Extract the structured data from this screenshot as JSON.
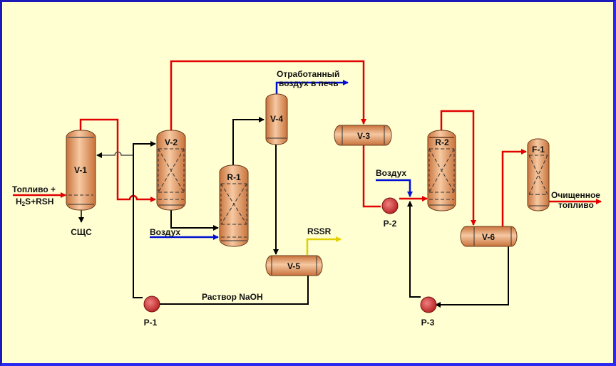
{
  "diagram": {
    "colors": {
      "background": "#FFFFD2",
      "border": "#2020D0",
      "fuel_line": "#E00000",
      "air_line": "#0010D0",
      "caustic_line": "#000000",
      "rssr_line": "#E0D000",
      "vessel_fill": "#E39A60",
      "pump_fill": "#C83030"
    },
    "equipment": {
      "v1": "V-1",
      "v2": "V-2",
      "r1": "R-1",
      "v4": "V-4",
      "v5": "V-5",
      "v3": "V-3",
      "r2": "R-2",
      "v6": "V-6",
      "f1": "F-1",
      "p1": "P-1",
      "p2": "P-2",
      "p3": "P-3"
    },
    "streams": {
      "feed_line1": "Топливо +",
      "feed_line2_a": "H",
      "feed_line2_sub": "2",
      "feed_line2_b": "S+RSH",
      "cshc": "СЩС",
      "air1": "Воздух",
      "spent_air_line1": "Отработанный",
      "spent_air_line2": "воздух в печь",
      "rssr": "RSSR",
      "naoh": "Раствор NaOH",
      "air2": "Воздух",
      "product_line1": "Очищенное",
      "product_line2": "топливо"
    }
  }
}
